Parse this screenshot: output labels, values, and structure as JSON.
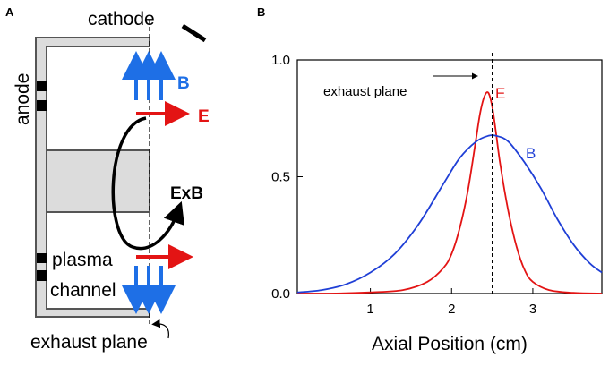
{
  "panel_a": {
    "panel_label": "A",
    "labels": {
      "cathode": "cathode",
      "anode": "anode",
      "B": "B",
      "E": "E",
      "ExB": "ExB",
      "plasma": "plasma",
      "channel": "channel",
      "exhaust_plane": "exhaust plane"
    },
    "colors": {
      "B_arrow": "#1e6fe6",
      "E_arrow": "#e31414",
      "wall": "#555555",
      "fill": "#d9d9d9"
    }
  },
  "panel_b": {
    "panel_label": "B",
    "annotation": "exhaust plane"
  },
  "chart_data": {
    "type": "line",
    "title": "",
    "xlabel": "Axial Position (cm)",
    "ylabel": "",
    "xlim": [
      0.1,
      3.85
    ],
    "ylim": [
      0,
      1.0
    ],
    "x_ticks": [
      1,
      2,
      3
    ],
    "y_ticks": [
      0.0,
      0.5,
      1.0
    ],
    "y_tick_labels": [
      "0.0",
      "0.5",
      "1.0"
    ],
    "grid": false,
    "exhaust_plane_x": 2.5,
    "series": [
      {
        "name": "E",
        "color": "#e31414",
        "x": [
          0.1,
          0.5,
          1.0,
          1.4,
          1.7,
          1.9,
          2.0,
          2.1,
          2.2,
          2.3,
          2.35,
          2.4,
          2.45,
          2.5,
          2.55,
          2.6,
          2.7,
          2.8,
          2.9,
          3.0,
          3.2,
          3.5,
          3.85
        ],
        "y": [
          0.0,
          0.0,
          0.005,
          0.015,
          0.05,
          0.11,
          0.17,
          0.28,
          0.44,
          0.66,
          0.77,
          0.84,
          0.86,
          0.8,
          0.68,
          0.55,
          0.35,
          0.2,
          0.1,
          0.05,
          0.015,
          0.003,
          0.0
        ]
      },
      {
        "name": "B",
        "color": "#1f3fd6",
        "x": [
          0.1,
          0.4,
          0.7,
          1.0,
          1.3,
          1.6,
          1.9,
          2.1,
          2.3,
          2.45,
          2.55,
          2.7,
          2.9,
          3.1,
          3.3,
          3.5,
          3.7,
          3.85
        ],
        "y": [
          0.005,
          0.015,
          0.04,
          0.09,
          0.17,
          0.3,
          0.47,
          0.58,
          0.65,
          0.675,
          0.675,
          0.65,
          0.56,
          0.45,
          0.32,
          0.21,
          0.13,
          0.09
        ]
      }
    ]
  }
}
